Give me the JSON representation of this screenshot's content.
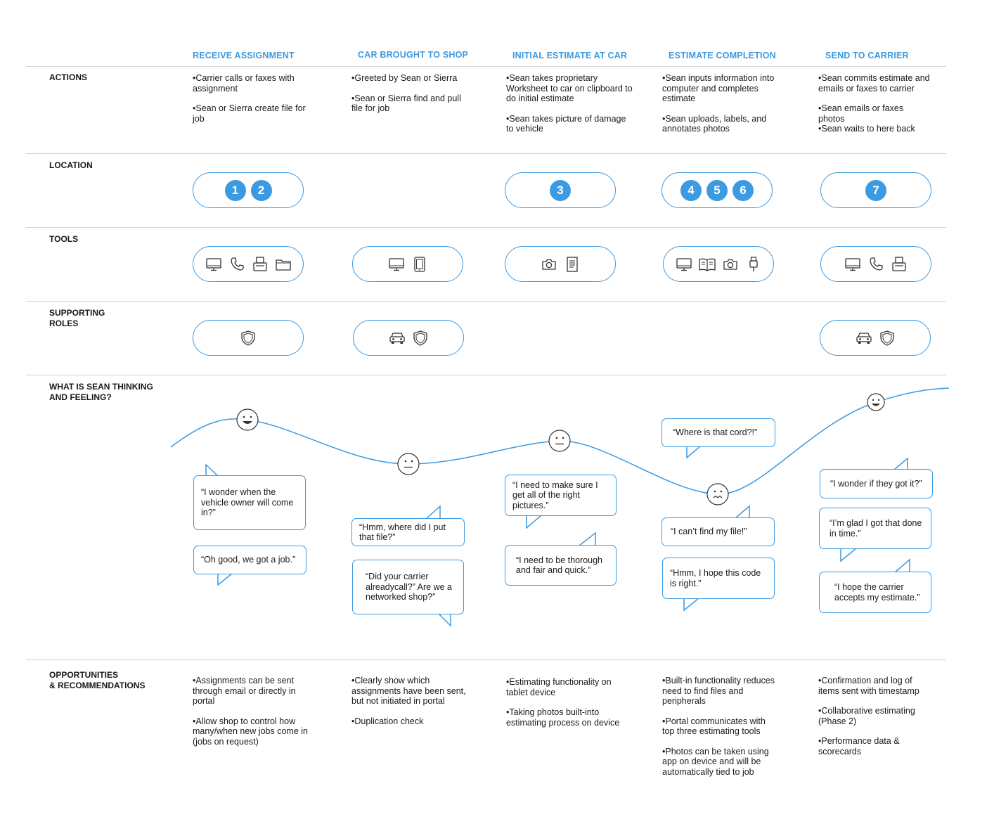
{
  "stages": [
    "RECEIVE ASSIGNMENT",
    "CAR BROUGHT TO SHOP",
    "INITIAL ESTIMATE AT CAR",
    "ESTIMATE COMPLETION",
    "SEND TO CARRIER"
  ],
  "rows": {
    "actions": "ACTIONS",
    "location": "LOCATION",
    "tools": "TOOLS",
    "supporting": "SUPPORTING\nROLES",
    "thinking": "WHAT IS SEAN THINKING\nAND FEELING?",
    "opportunities": "OPPORTUNITIES\n& RECOMMENDATIONS"
  },
  "actions": [
    [
      "•Carrier calls or faxes with assignment",
      "•Sean or Sierra create file for job"
    ],
    [
      "•Greeted by Sean or Sierra",
      "•Sean or Sierra find and pull file for job"
    ],
    [
      "•Sean takes proprietary Worksheet to car on clipboard to do initial estimate",
      "•Sean takes picture of damage to vehicle"
    ],
    [
      "•Sean inputs information into computer and completes estimate",
      "•Sean uploads, labels, and annotates photos"
    ],
    [
      "•Sean commits estimate and emails or faxes to carrier",
      "•Sean emails or faxes photos",
      "•Sean waits to here back"
    ]
  ],
  "locations": [
    [
      "1",
      "2"
    ],
    [],
    [
      "3"
    ],
    [
      "4",
      "5",
      "6"
    ],
    [
      "7"
    ]
  ],
  "tools": [
    [
      "monitor-icon",
      "phone-icon",
      "fax-icon",
      "folder-icon"
    ],
    [
      "monitor-icon",
      "tablet-icon"
    ],
    [
      "camera-icon",
      "clipboard-icon"
    ],
    [
      "monitor-icon",
      "book-icon",
      "camera-icon",
      "usb-cable-icon"
    ],
    [
      "monitor-icon",
      "phone-icon",
      "fax-icon"
    ]
  ],
  "supporting_roles": [
    [
      "shield-icon"
    ],
    [
      "car-icon",
      "shield-icon"
    ],
    [],
    [],
    [
      "car-icon",
      "shield-icon"
    ]
  ],
  "emotions": [
    "happy",
    "neutral",
    "neutral",
    "worried",
    "happy"
  ],
  "quotes": [
    [
      "“I wonder when the vehicle owner will come in?”",
      "“Oh good, we got a job.”"
    ],
    [
      "“Hmm, where did I put that file?”",
      "“Did your carrier alreadycall?” Are we a networked shop?”"
    ],
    [
      "“I need to make sure I get all of the right pictures.”",
      "“I need to be thorough and fair and quick.”"
    ],
    [
      "“Where is that cord?!”",
      "“I can’t find my file!”",
      "“Hmm, I hope this code is right.”"
    ],
    [
      "“I wonder if they got it?”",
      "“I’m glad I got that done in time.”",
      "“I hope the carrier accepts my estimate.”"
    ]
  ],
  "opportunities": [
    [
      "•Assignments can be sent through email or directly in portal",
      "•Allow shop to control how many/when new jobs come in (jobs on request)"
    ],
    [
      "•Clearly show which assignments have been sent, but not initiated in portal",
      "•Duplication check"
    ],
    [
      "•Estimating functionality on tablet device",
      "•Taking photos built-into estimating process on device"
    ],
    [
      "•Built-in functionality reduces need to find files and peripherals",
      "•Portal communicates with top three estimating tools",
      "•Photos can be taken using app on device and will be automatically tied to job"
    ],
    [
      "•Confirmation and log of items sent with timestamp",
      "•Collaborative estimating (Phase 2)",
      "•Performance data & scorecards"
    ]
  ],
  "colors": {
    "accent": "#3b9ae1",
    "rule": "#d2d2d2"
  }
}
